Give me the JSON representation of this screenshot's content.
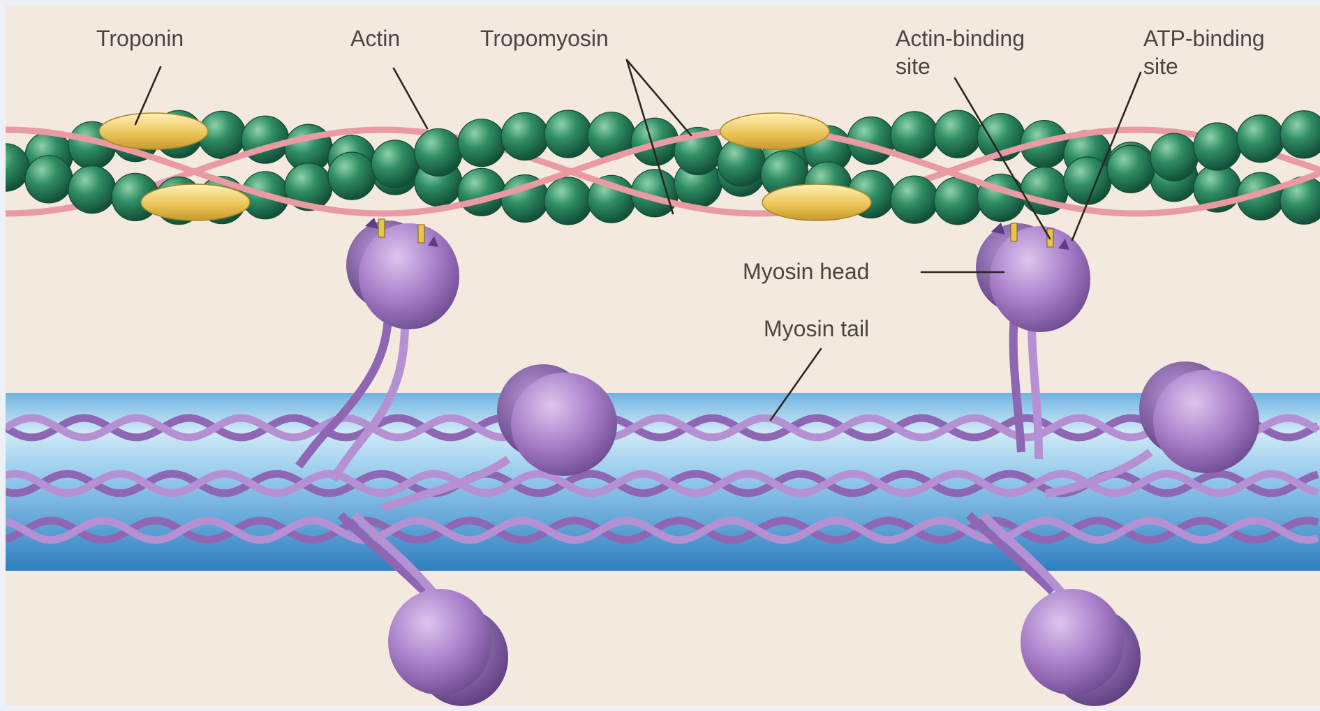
{
  "labels": {
    "troponin": "Troponin",
    "actin": "Actin",
    "tropomyosin": "Tropomyosin",
    "actin_binding_line1": "Actin-binding",
    "actin_binding_line2": "site",
    "atp_binding_line1": "ATP-binding",
    "atp_binding_line2": "site",
    "myosin_head": "Myosin head",
    "myosin_tail": "Myosin tail"
  },
  "colors": {
    "background": "#f4e9de",
    "actin_bead": "#2f8d63",
    "tropomyosin": "#e99aa2",
    "troponin": "#ecc65b",
    "myosin": "#a87ec9",
    "thick_filament_light": "#cfeaf6",
    "thick_filament_dark": "#3f90cc",
    "binding_site": "#e6c548"
  }
}
